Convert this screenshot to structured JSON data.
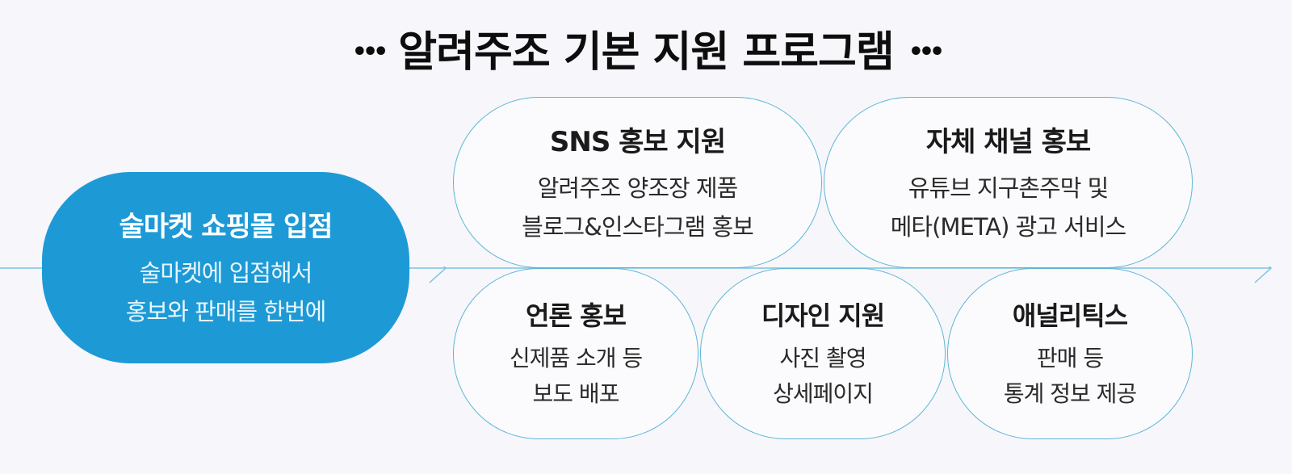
{
  "title": {
    "text": "알려주조 기본 지원 프로그램",
    "dots_left": "•••",
    "dots_right": "•••"
  },
  "colors": {
    "primary": "#1d9ad6",
    "outline": "#5fb6d5",
    "background": "#f6f6fb"
  },
  "main": {
    "title": "술마켓 쇼핑몰 입점",
    "lines": [
      "술마켓에 입점해서",
      "홍보와 판매를 한번에"
    ]
  },
  "programs": [
    {
      "title": "SNS 홍보 지원",
      "lines": [
        "알려주조 양조장 제품",
        "블로그&인스타그램 홍보"
      ]
    },
    {
      "title": "자체 채널 홍보",
      "lines": [
        "유튜브 지구촌주막 및",
        "메타(META) 광고 서비스"
      ]
    },
    {
      "title": "언론 홍보",
      "lines": [
        "신제품 소개 등",
        "보도 배포"
      ]
    },
    {
      "title": "디자인 지원",
      "lines": [
        "사진 촬영",
        "상세페이지"
      ]
    },
    {
      "title": "애널리틱스",
      "lines": [
        "판매 등",
        "통계 정보 제공"
      ]
    }
  ]
}
